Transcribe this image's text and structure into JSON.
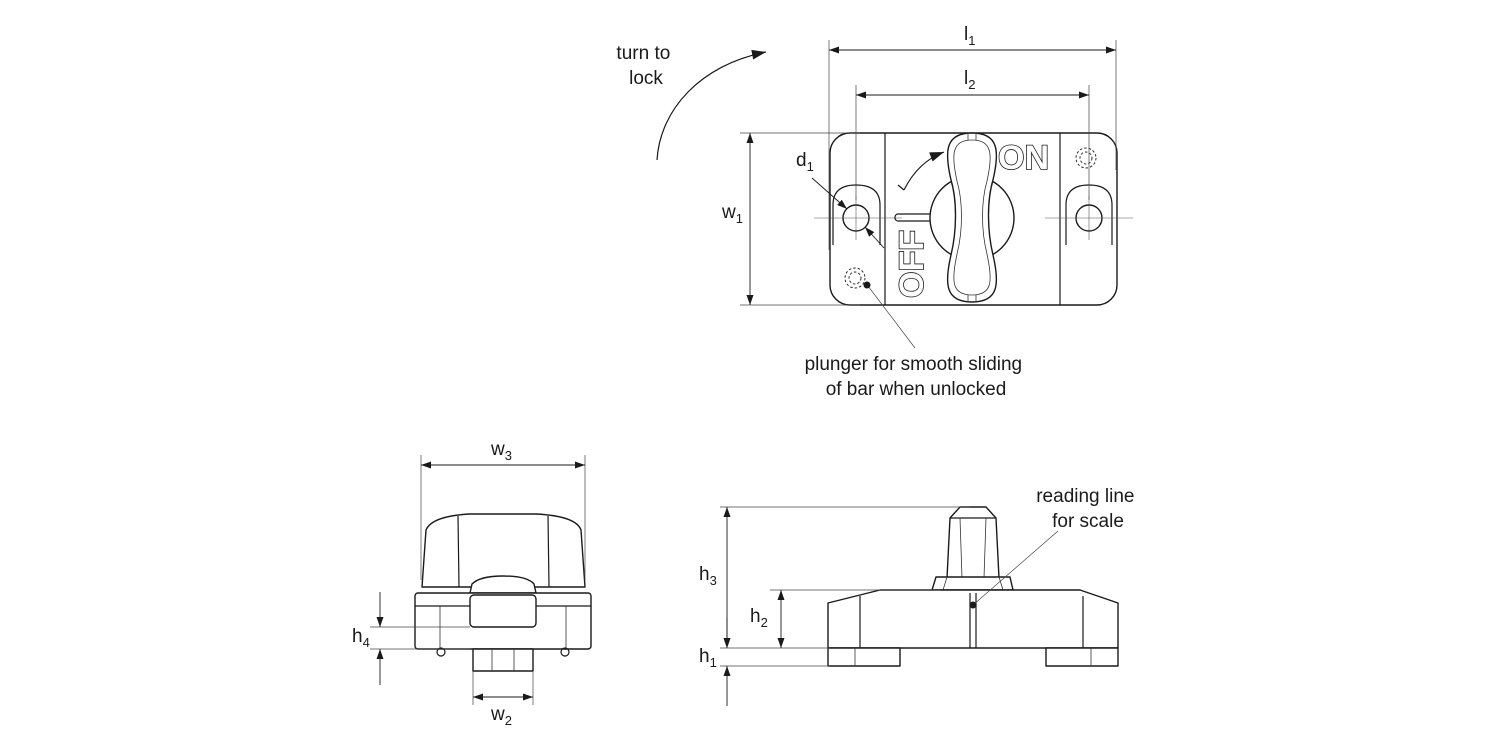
{
  "colors": {
    "line": "#1a1a1a",
    "background": "#ffffff"
  },
  "dimensions": {
    "l1": {
      "main": "l",
      "sub": "1"
    },
    "l2": {
      "main": "l",
      "sub": "2"
    },
    "w1": {
      "main": "w",
      "sub": "1"
    },
    "d1": {
      "main": "d",
      "sub": "1"
    },
    "w2": {
      "main": "w",
      "sub": "2"
    },
    "w3": {
      "main": "w",
      "sub": "3"
    },
    "h1": {
      "main": "h",
      "sub": "1"
    },
    "h2": {
      "main": "h",
      "sub": "2"
    },
    "h3": {
      "main": "h",
      "sub": "3"
    },
    "h4": {
      "main": "h",
      "sub": "4"
    }
  },
  "annotations": {
    "turn_to_lock": [
      "turn to",
      "lock"
    ],
    "plunger": [
      "plunger for smooth sliding",
      "of bar when unlocked"
    ],
    "reading_line": [
      "reading line",
      "for scale"
    ]
  },
  "engravings": {
    "on": "ON",
    "off": "OFF"
  },
  "icons": {
    "rotation_arrow": "curved-arrow-icon",
    "handle_arrow": "curved-arrow-icon"
  }
}
